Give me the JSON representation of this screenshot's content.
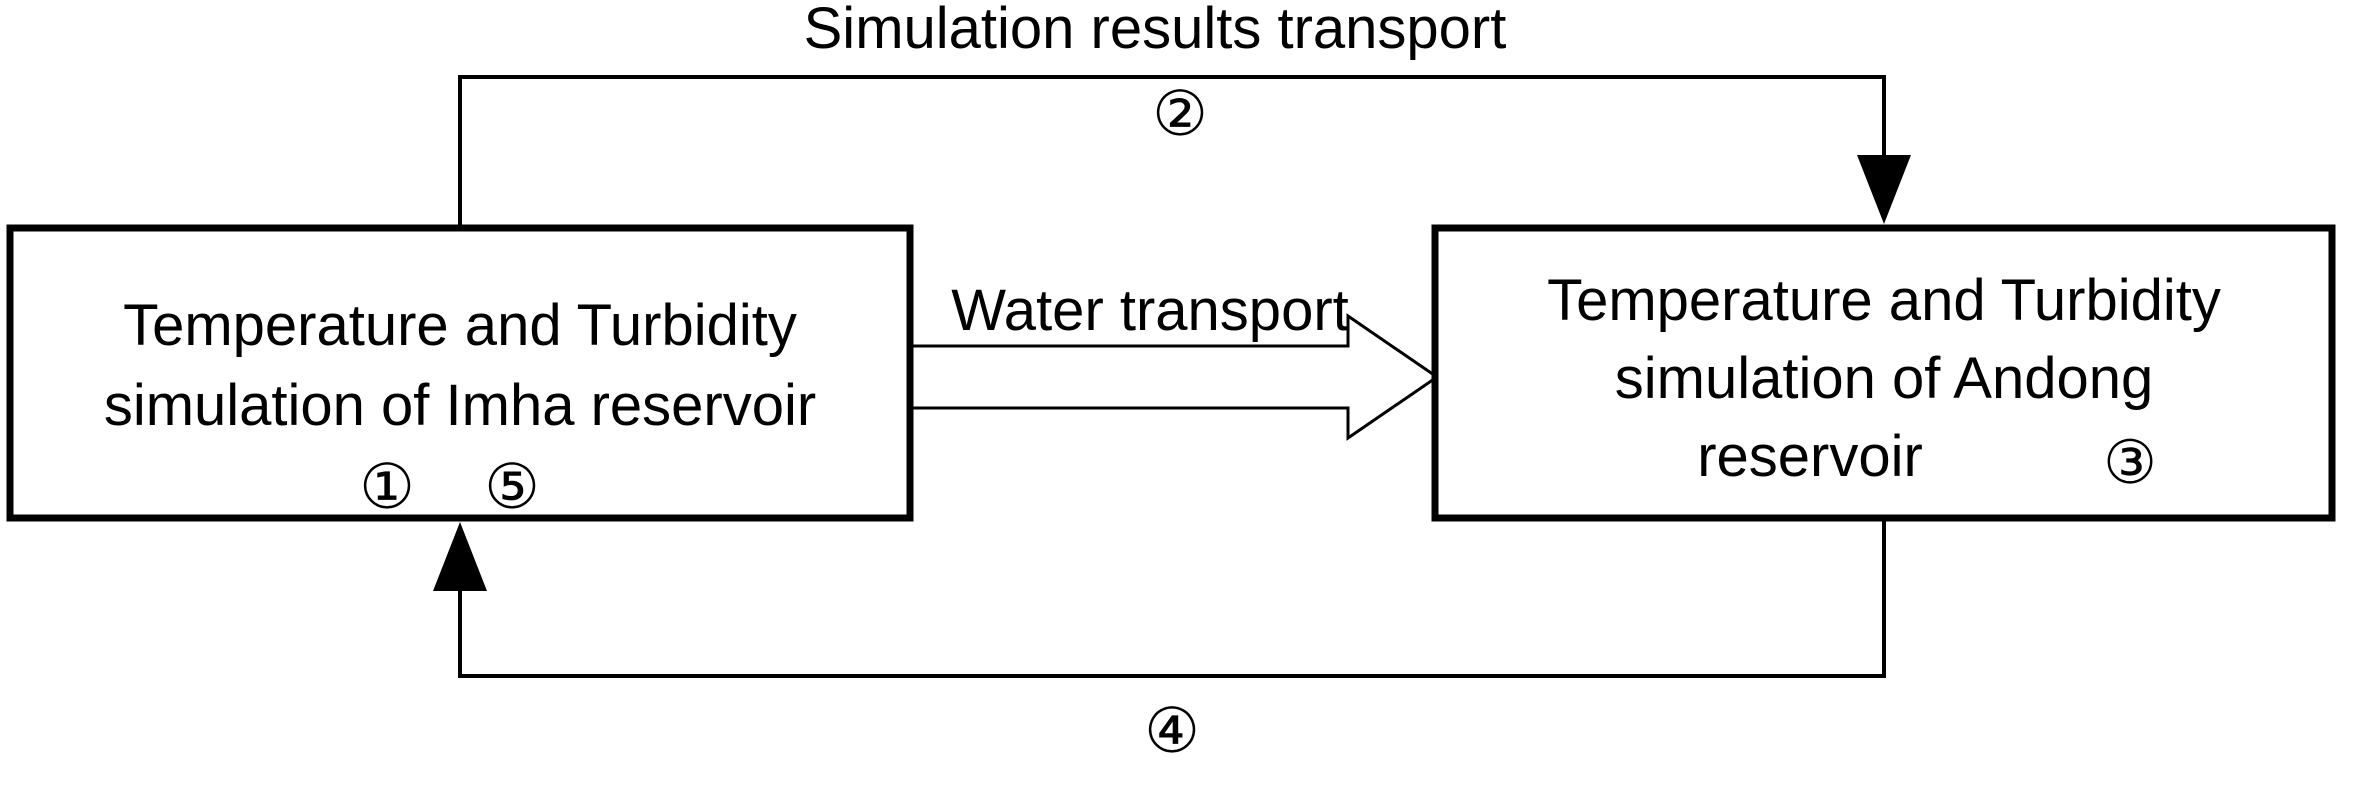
{
  "diagram": {
    "title": "Coupled reservoir temperature and turbidity simulation flow",
    "background_color": "#ffffff",
    "line_color": "#000000",
    "nodes": [
      {
        "id": "imha",
        "name": "imha-reservoir-box",
        "lines": [
          "Temperature and Turbidity",
          "simulation of Imha reservoir"
        ],
        "markers": [
          "①",
          "⑤"
        ],
        "marker_labels": [
          "1",
          "5"
        ]
      },
      {
        "id": "andong",
        "name": "andong-reservoir-box",
        "lines": [
          "Temperature and Turbidity",
          "simulation of Andong",
          "reservoir"
        ],
        "markers": [
          "③"
        ],
        "marker_labels": [
          "3"
        ]
      }
    ],
    "edges": [
      {
        "id": "results-transport",
        "label": "Simulation results transport",
        "marker": "②",
        "marker_label": "2",
        "from": "imha",
        "to": "andong",
        "style": "thin-line-with-solid-arrowhead",
        "route": "top"
      },
      {
        "id": "water-transport",
        "label": "Water transport",
        "marker": "",
        "marker_label": "",
        "from": "imha",
        "to": "andong",
        "style": "hollow-block-arrow",
        "route": "middle"
      },
      {
        "id": "return-flow",
        "label": "",
        "marker": "④",
        "marker_label": "4",
        "from": "andong",
        "to": "imha",
        "style": "thin-line-with-solid-arrowhead",
        "route": "bottom"
      }
    ]
  }
}
